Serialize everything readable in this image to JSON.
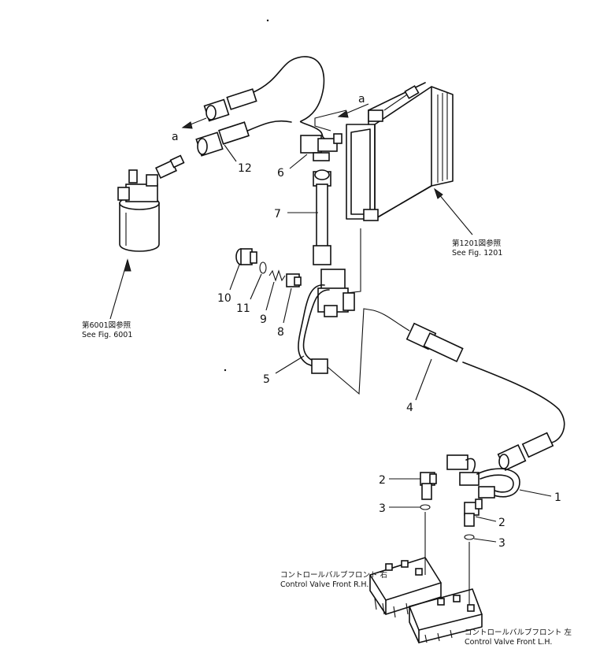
{
  "labels": {
    "p1": "1",
    "p2a": "2",
    "p2b": "2",
    "p3a": "3",
    "p3b": "3",
    "p4": "4",
    "p5": "5",
    "p6": "6",
    "p7": "7",
    "p8": "8",
    "p9": "9",
    "p10": "10",
    "p11": "11",
    "p12": "12",
    "a_left": "a",
    "a_right": "a"
  },
  "refs": {
    "fig1201_jp": "第1201図参照",
    "fig1201_en": "See Fig. 1201",
    "fig6001_jp": "第6001図参照",
    "fig6001_en": "See Fig. 6001"
  },
  "valves": {
    "rh_jp": "コントロールバルブフロント 右",
    "rh_en": "Control Valve Front R.H.",
    "lh_jp": "コントロールバルブフロント 左",
    "lh_en": "Control Valve Front L.H."
  }
}
